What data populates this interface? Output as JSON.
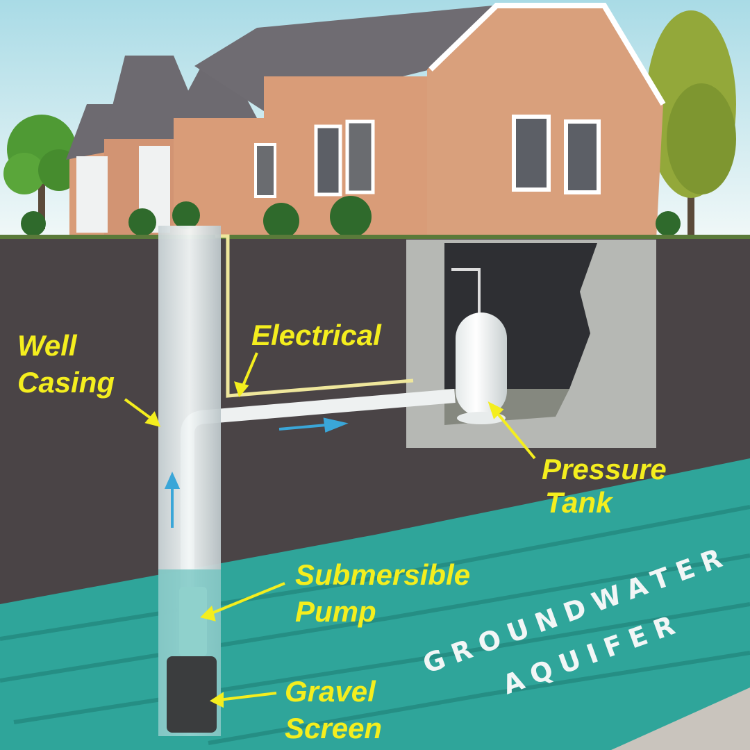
{
  "labels": {
    "well_casing_1": "Well",
    "well_casing_2": "Casing",
    "electrical": "Electrical",
    "pressure_tank_1": "Pressure",
    "pressure_tank_2": "Tank",
    "pump_1": "Submersible",
    "pump_2": "Pump",
    "gravel_1": "Gravel",
    "gravel_2": "Screen",
    "aquifer_1": "GROUNDWATER",
    "aquifer_2": "AQUIFER"
  },
  "colors": {
    "label": "#f4ee1e",
    "soil": "#4a4446",
    "aquifer": "#2fa59a",
    "siding": "#d99c78",
    "roof": "#6d6a70",
    "flow_arrow": "#3aa6d8"
  }
}
